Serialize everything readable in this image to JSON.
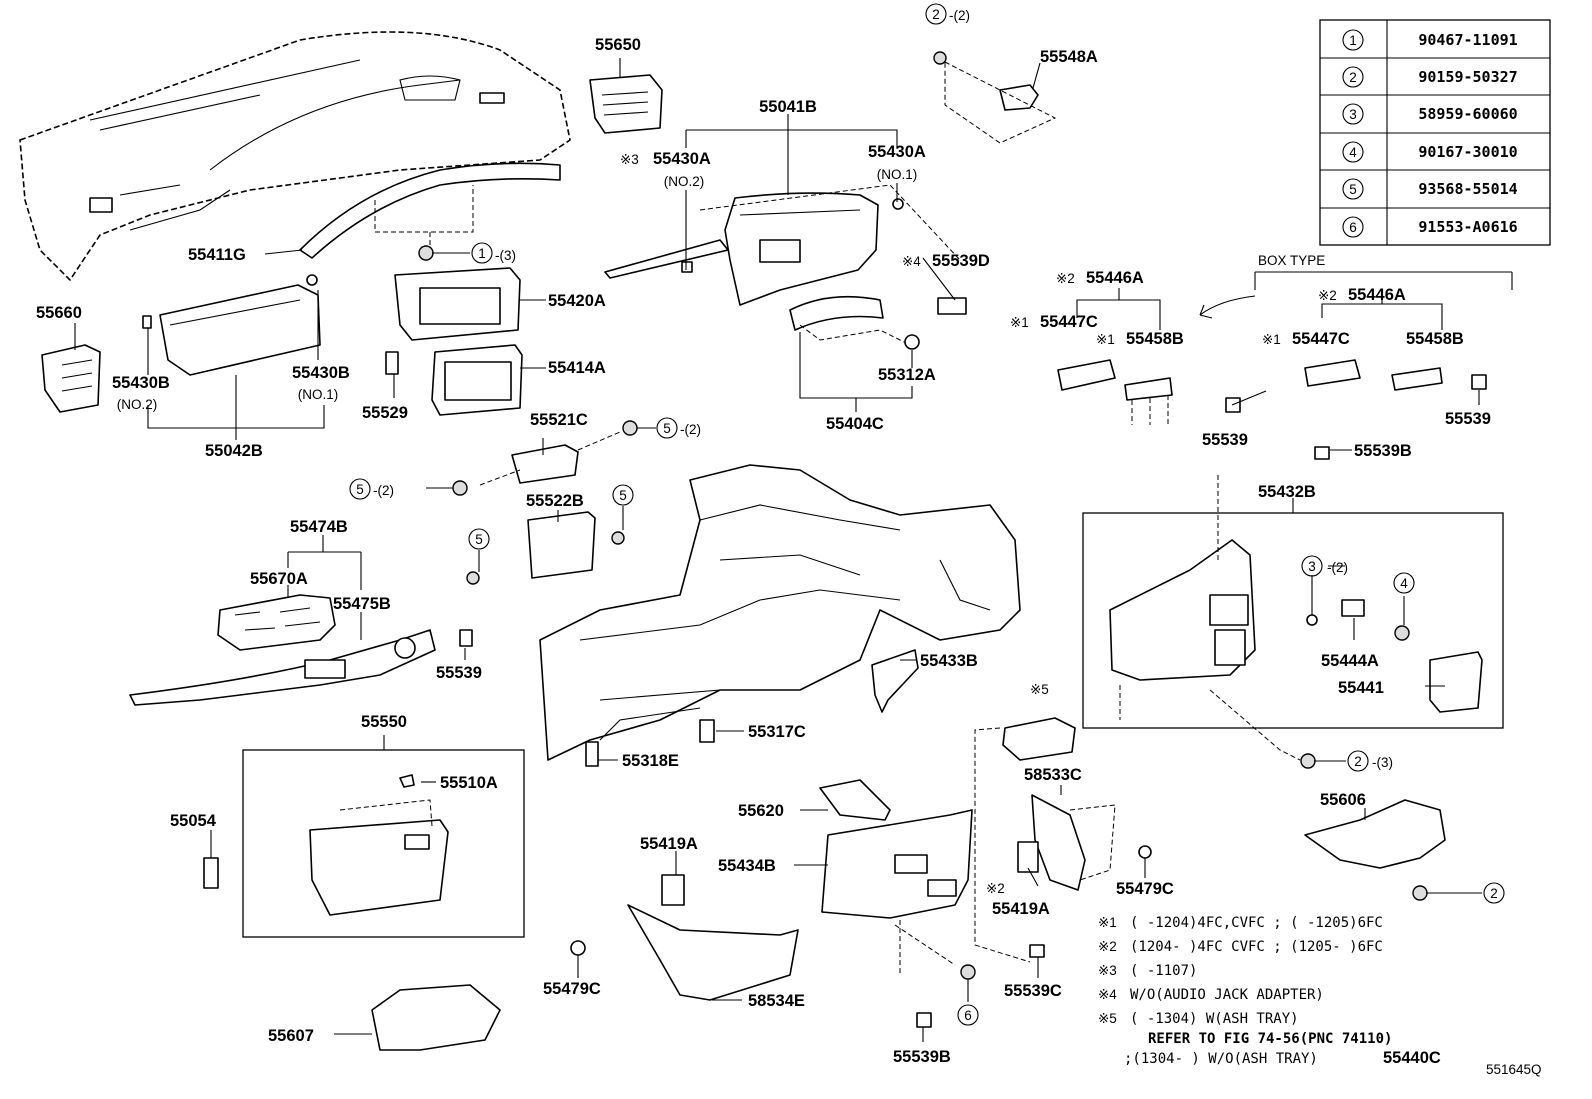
{
  "legend_table": [
    {
      "num": "1",
      "part": "90467-11091"
    },
    {
      "num": "2",
      "part": "90159-50327"
    },
    {
      "num": "3",
      "part": "58959-60060"
    },
    {
      "num": "4",
      "part": "90167-30010"
    },
    {
      "num": "5",
      "part": "93568-55014"
    },
    {
      "num": "6",
      "part": "91553-A0616"
    }
  ],
  "labels": {
    "p55650": "55650",
    "p55548A": "55548A",
    "c2_top": "2",
    "q2_top": "-(2)",
    "p55041B": "55041B",
    "mark3": "※3",
    "p55430A_l": "55430A",
    "no2_a": "(NO.2)",
    "p55430A_r": "55430A",
    "no1_a": "(NO.1)",
    "p55411G": "55411G",
    "c1": "1",
    "q1": "-(3)",
    "mark4": "※4",
    "p55539D": "55539D",
    "p55660": "55660",
    "p55420A": "55420A",
    "p55430B_l": "55430B",
    "no2_b": "(NO.2)",
    "p55430B_r": "55430B",
    "no1_b": "(NO.1)",
    "p55414A": "55414A",
    "p55529": "55529",
    "p55042B": "55042B",
    "p55312A": "55312A",
    "p55404C": "55404C",
    "box_type": "BOX TYPE",
    "mark2_a": "※2",
    "p55446A_a": "55446A",
    "mark1_a": "※1",
    "p55447C_a": "55447C",
    "mark1_b": "※1",
    "p55458B_a": "55458B",
    "mark2_b": "※2",
    "p55446A_b": "55446A",
    "mark1_c": "※1",
    "p55447C_b": "55447C",
    "p55458B_b": "55458B",
    "p55539_a": "55539",
    "p55539_b": "55539",
    "p55521C": "55521C",
    "c5_a": "5",
    "q5_a": "-(2)",
    "c5_b": "5",
    "q5_b": "-(2)",
    "p55522B": "55522B",
    "c5_c": "5",
    "c5_d": "5",
    "p55539B_top": "55539B",
    "p55432B": "55432B",
    "c3": "3",
    "q3": "-(2)",
    "c4": "4",
    "p55444A": "55444A",
    "p55441": "55441",
    "p55474B": "55474B",
    "p55670A": "55670A",
    "p55475B": "55475B",
    "p55539_c": "55539",
    "p55433B": "55433B",
    "mark5": "※5",
    "c2_mid": "2",
    "q2_mid": "-(3)",
    "p55550": "55550",
    "p55510A": "55510A",
    "p55317C": "55317C",
    "p55318E": "55318E",
    "p58533C": "58533C",
    "p55606": "55606",
    "p55054": "55054",
    "p55620": "55620",
    "p55419A_a": "55419A",
    "p55434B": "55434B",
    "mark2_c": "※2",
    "p55419A_b": "55419A",
    "p55479C_a": "55479C",
    "c2_bot": "2",
    "p55479C_b": "55479C",
    "p58534E": "58534E",
    "c6": "6",
    "p55539C": "55539C",
    "p55607": "55607",
    "p55539B_bot": "55539B",
    "diagram_id": "551645Q"
  },
  "notes": [
    {
      "mark": "※1",
      "text": "(      -1204)4FC,CVFC ; (      -1205)6FC"
    },
    {
      "mark": "※2",
      "text": "(1204-      )4FC CVFC ; (1205-      )6FC"
    },
    {
      "mark": "※3",
      "text": "(      -1107)"
    },
    {
      "mark": "※4",
      "text": "W/O(AUDIO JACK ADAPTER)"
    },
    {
      "mark": "※5",
      "text": "(      -1304) W(ASH TRAY)"
    }
  ],
  "note_refer": "REFER TO FIG 74-56(PNC 74110)",
  "note_last_pre": ";(1304-      ) W/O(ASH TRAY) ",
  "note_last_part": "55440C"
}
